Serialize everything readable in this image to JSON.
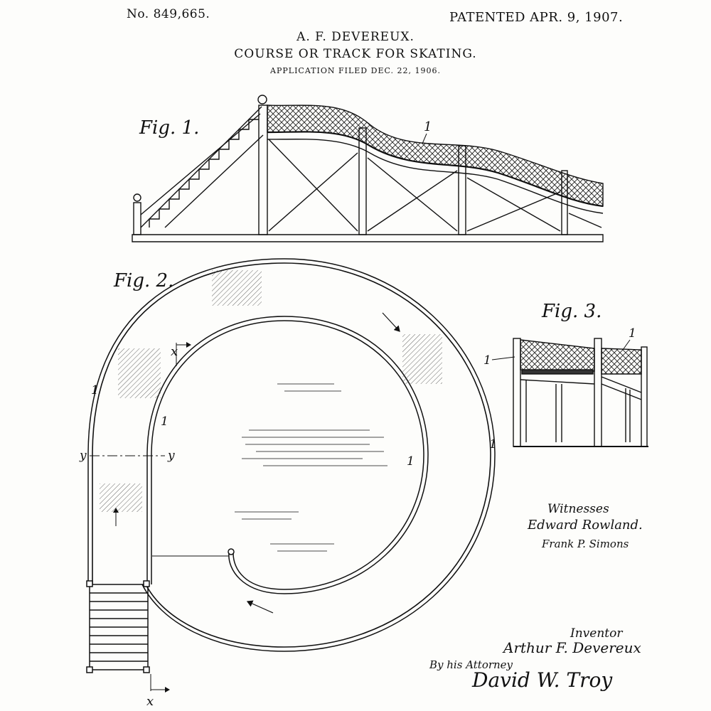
{
  "header": {
    "patent_number": "No. 849,665.",
    "patent_date": "PATENTED APR. 9, 1907.",
    "inventor_name": "A. F. DEVEREUX.",
    "title": "COURSE OR TRACK FOR SKATING.",
    "application": "APPLICATION FILED DEC. 22, 1906."
  },
  "figures": {
    "fig1": {
      "label": "Fig. 1.",
      "ref": "1"
    },
    "fig2": {
      "label": "Fig. 2.",
      "ref_outer_left": "1",
      "ref_inner_left": "1",
      "ref_inner_right": "1",
      "ref_outer_right": "1",
      "section_y_left": "y",
      "section_y_right": "y",
      "section_x_top": "x",
      "section_x_bottom": "x"
    },
    "fig3": {
      "label": "Fig. 3.",
      "ref_left": "1",
      "ref_right": "1"
    }
  },
  "witnesses": {
    "heading": "Witnesses",
    "names": [
      "Edward Rowland.",
      "Frank P. Simons"
    ]
  },
  "signature": {
    "inventor_heading": "Inventor",
    "inventor_name": "Arthur F. Devereux",
    "attorney_prefix": "By his Attorney",
    "attorney_name": "David W. Troy"
  },
  "colors": {
    "ink": "#111111",
    "paper": "#fdfdfb"
  }
}
